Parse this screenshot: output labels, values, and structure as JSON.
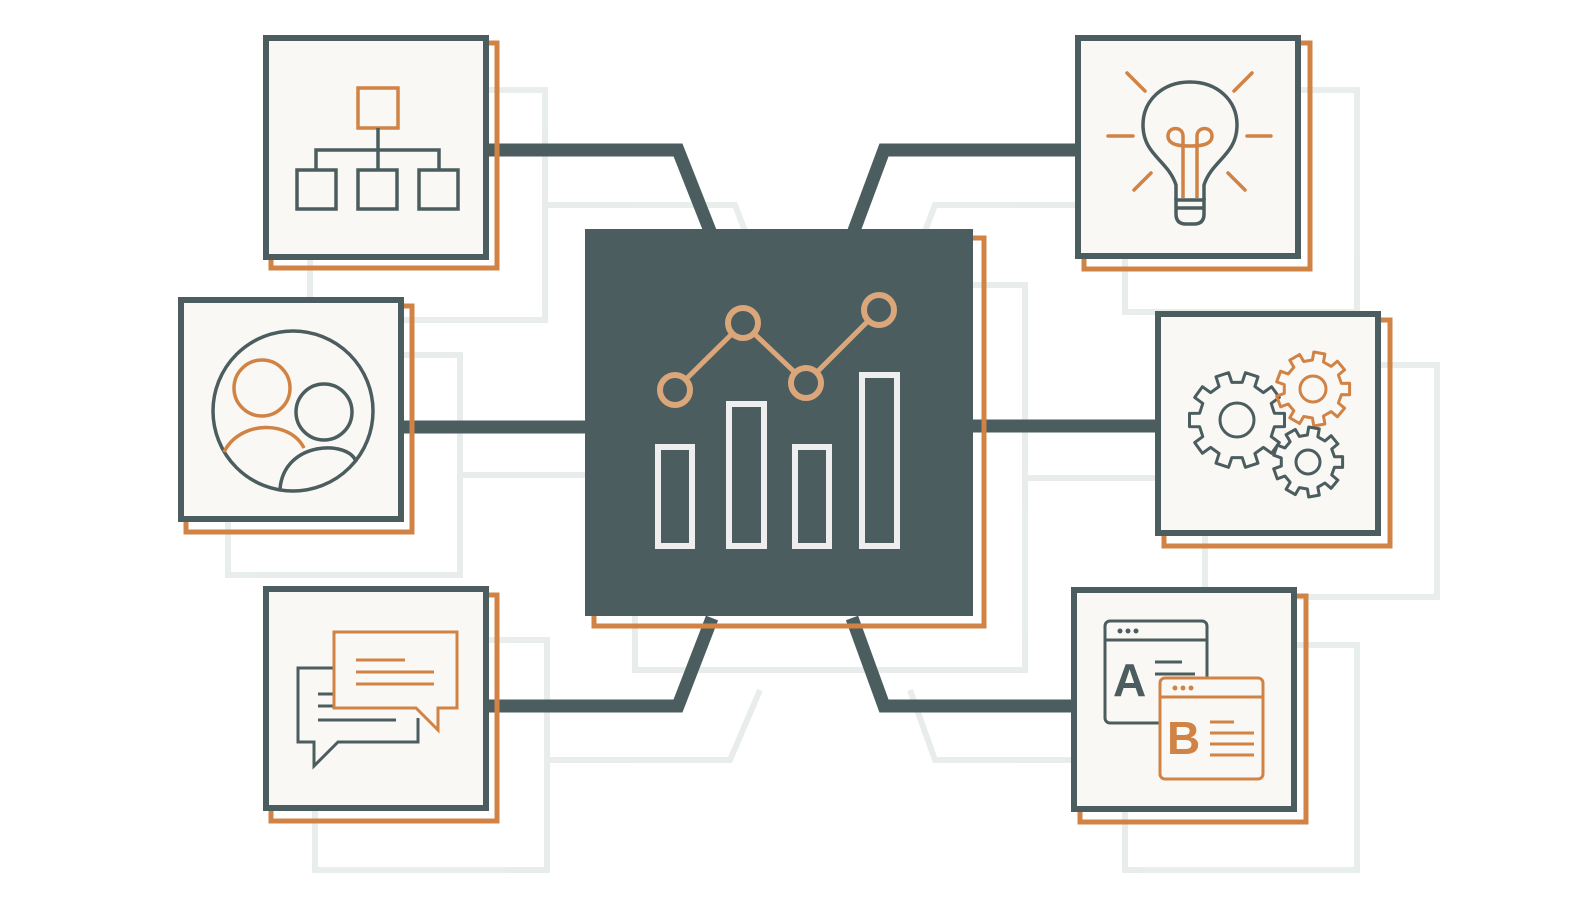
{
  "diagram": {
    "colors": {
      "slate": "#4b5d5f",
      "orange": "#d08345",
      "light_orange": "#dba67a",
      "card_bg": "#faf8f5",
      "shadow": "#e6ecea",
      "bar_stroke": "#eeeeee"
    },
    "hub": {
      "icon": "analytics-chart-icon"
    },
    "nodes": [
      {
        "name": "org-chart-node",
        "icon": "org-chart-icon"
      },
      {
        "name": "team-node",
        "icon": "users-icon"
      },
      {
        "name": "chat-node",
        "icon": "chat-bubbles-icon"
      },
      {
        "name": "idea-node",
        "icon": "lightbulb-icon"
      },
      {
        "name": "settings-node",
        "icon": "gears-icon"
      },
      {
        "name": "ab-test-node",
        "icon": "ab-test-icon"
      }
    ],
    "ab_test": {
      "label_a": "A",
      "label_b": "B"
    }
  }
}
